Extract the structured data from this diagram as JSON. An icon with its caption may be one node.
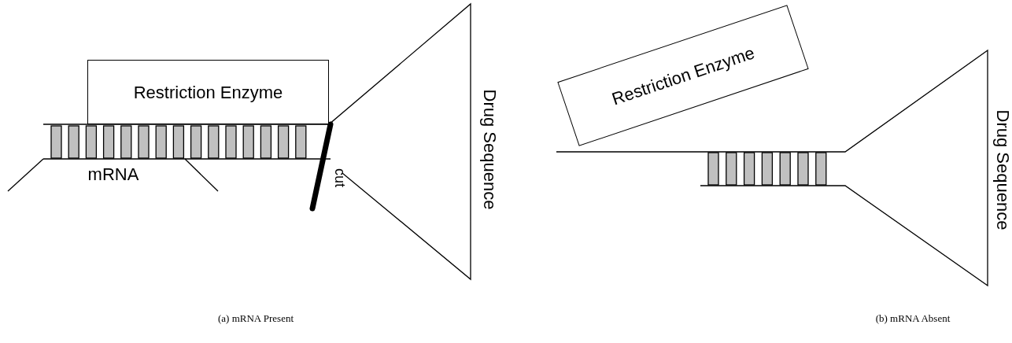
{
  "diagram": {
    "nodes": [
      {
        "text": [
          "Restriction Enzyme"
        ]
      },
      {
        "text": [
          "Restriction Enzyme"
        ]
      }
    ],
    "labels": [
      "mRNA",
      "cut",
      "Drug Sequence",
      "Drug Sequence",
      "(a) mRNA Present",
      "(b) mRNA Absent"
    ]
  }
}
